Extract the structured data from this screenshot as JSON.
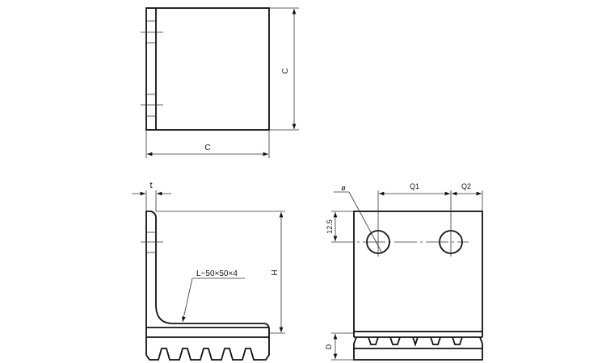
{
  "drawing": {
    "top_view": {
      "dim_horizontal": "C",
      "dim_vertical": "C"
    },
    "side_view": {
      "dim_thickness": "t",
      "dim_height": "H",
      "callout": "L−50×50×4"
    },
    "front_view": {
      "dim_diameter": "ø",
      "dim_q1": "Q1",
      "dim_q2": "Q2",
      "dim_offset": "12.5",
      "dim_depth": "D"
    }
  },
  "colors": {
    "line": "#111111",
    "background": "#ffffff"
  }
}
